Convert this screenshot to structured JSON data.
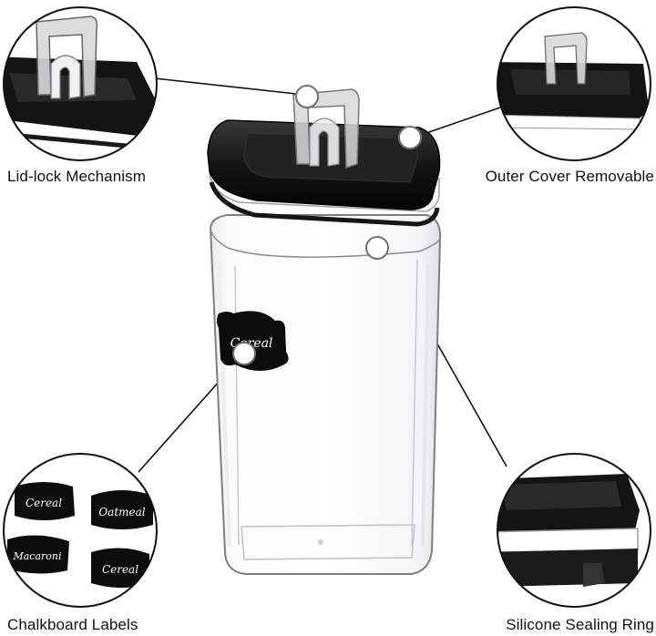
{
  "callouts": {
    "lid_lock": "Lid-lock Mechanism",
    "outer_cover": "Outer Cover Removable",
    "chalkboard_labels": "Chalkboard Labels",
    "silicone_ring": "Silicone Sealing Ring"
  },
  "jar_label": "Cereal",
  "sample_labels": [
    "Cereal",
    "Oatmeal",
    "Macaroni",
    "Cereal"
  ],
  "colors": {
    "lid": "#141414",
    "seal": "#ffffff",
    "outline": "#111111",
    "clear_plastic": "#f4f5f6"
  }
}
